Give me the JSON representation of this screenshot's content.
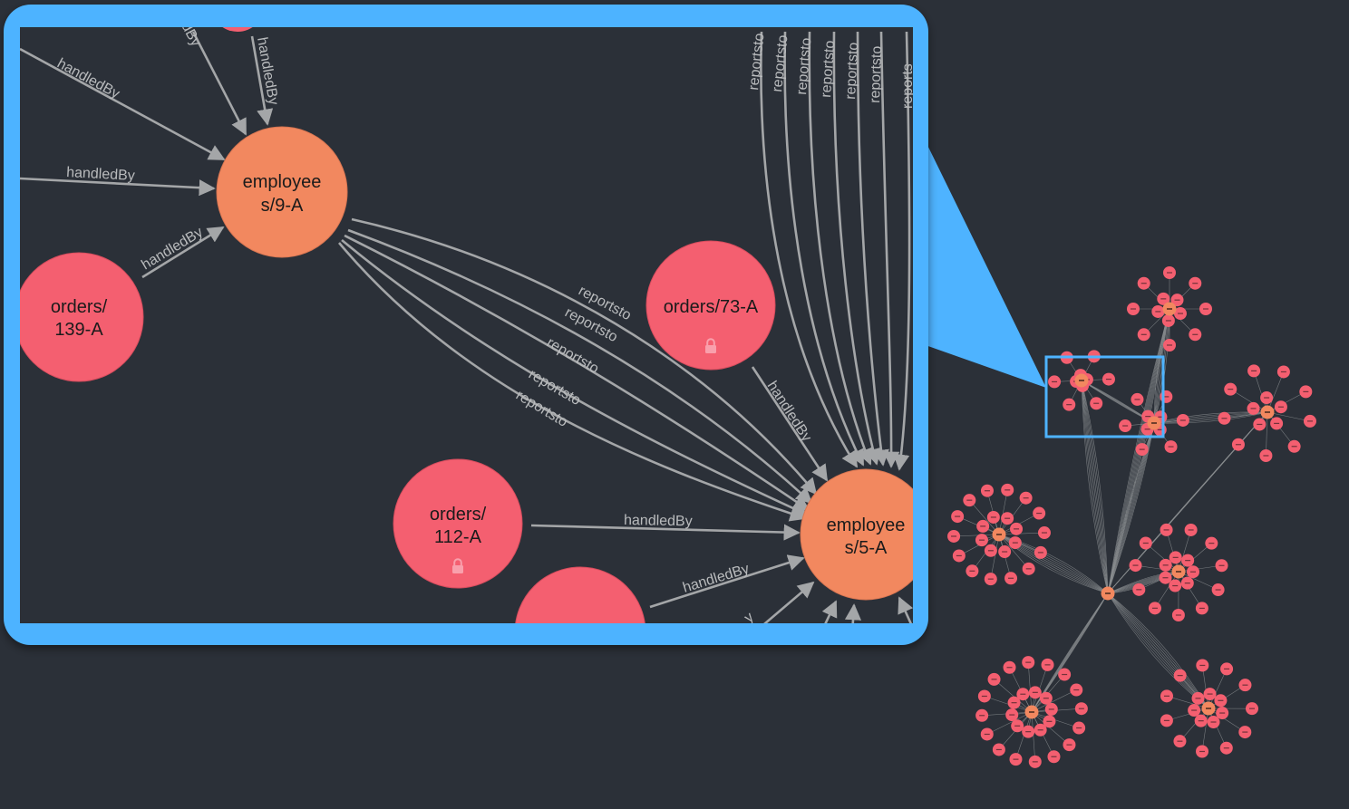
{
  "colors": {
    "background": "#2b3038",
    "callout": "#4eb3ff",
    "employee_node": "#f2885f",
    "order_node": "#f45f70",
    "edge": "#a4a6a8",
    "lock_icon": "#f9a0ac"
  },
  "zoom_view": {
    "nodes": {
      "employee_9": "employees/9-A",
      "employee_9_line1": "employee",
      "employee_9_line2": "s/9-A",
      "employee_5_line1": "employee",
      "employee_5_line2": "s/5-A",
      "order_139_line1": "orders/",
      "order_139_line2": "139-A",
      "order_73": "orders/73-A",
      "order_112_line1": "orders/",
      "order_112_line2": "112-A"
    },
    "edge_labels": {
      "handled_by": "handledBy",
      "handled_by_partial_top": "dBy",
      "handled_by_partial_bottom": "y",
      "reports_to": "reportsto",
      "reports_to_partial": "reports"
    },
    "icons": {
      "locked_order": "lock-icon"
    }
  },
  "minimap": {
    "employee_clusters": 8,
    "highlight": "viewport-rectangle"
  }
}
